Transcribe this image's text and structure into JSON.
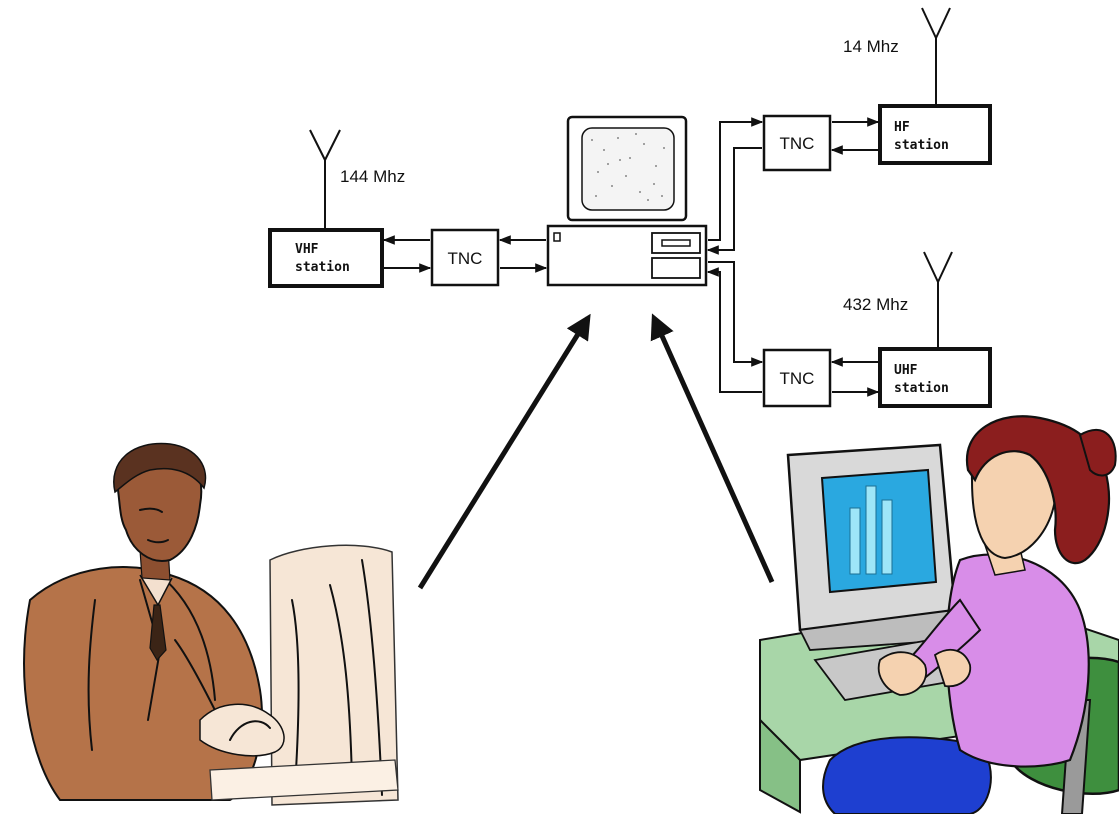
{
  "nodes": {
    "tnc_left": "TNC",
    "tnc_top": "TNC",
    "tnc_bottom": "TNC",
    "vhf_station": [
      "VHF",
      "station"
    ],
    "hf_station": [
      "HF",
      "station"
    ],
    "uhf_station": [
      "UHF",
      "station"
    ]
  },
  "frequencies": {
    "vhf": "144 Mhz",
    "hf": "14 Mhz",
    "uhf": "432 Mhz"
  },
  "colors": {
    "ink": "#111111",
    "man_skin": "#9b5a38",
    "man_suit": "#b57349",
    "woman_hair": "#8b1e1e",
    "woman_shirt": "#d88de8",
    "woman_skin": "#f5d2b0",
    "desk": "#a8d6a8",
    "chair": "#3e8f3e",
    "screen": "#2aa8e0",
    "pants": "#1e3fd0"
  }
}
